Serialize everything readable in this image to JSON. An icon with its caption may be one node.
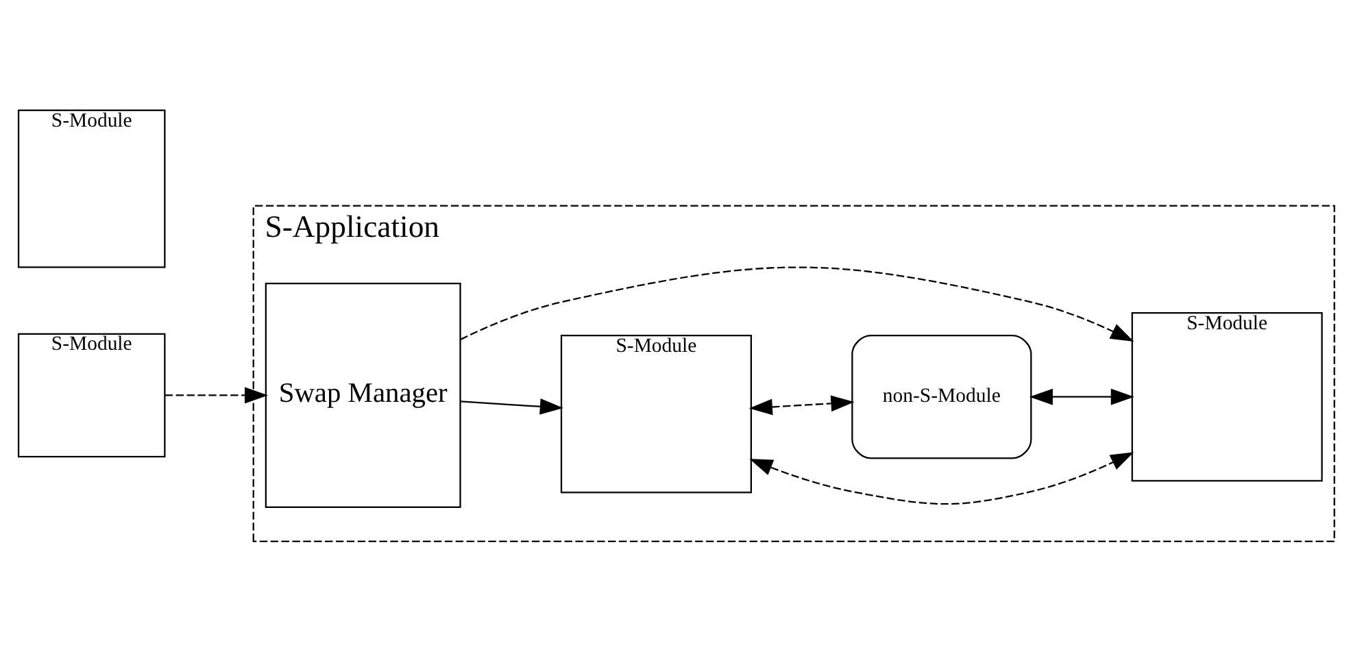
{
  "diagram": {
    "nodes": [
      {
        "text": [
          "S-Application"
        ]
      },
      {
        "text": [
          "S-Module"
        ],
        "in": 0
      },
      {
        "text": [
          "Swap Manager"
        ],
        "in": 0
      },
      {
        "text": [
          "S-Module"
        ],
        "in": 0
      },
      {
        "text": [
          "non-S-Module"
        ],
        "in": 0
      },
      {
        "text": [
          "S-Module"
        ]
      },
      {
        "text": [
          "S-Module"
        ]
      }
    ],
    "edges": [
      {
        "from": 2,
        "to": 1,
        "arrow": "to"
      },
      {
        "from": 1,
        "to": 4,
        "arrow": "both",
        "style": "dashed"
      },
      {
        "from": 1,
        "to": 3,
        "arrow": "both",
        "style": "dashed"
      },
      {
        "from": 2,
        "to": 3,
        "arrow": "to",
        "style": "dashed"
      },
      {
        "from": 4,
        "to": 3,
        "arrow": "both"
      },
      {
        "from": 5,
        "to": 2,
        "arrow": "to",
        "style": "dashed"
      }
    ]
  }
}
